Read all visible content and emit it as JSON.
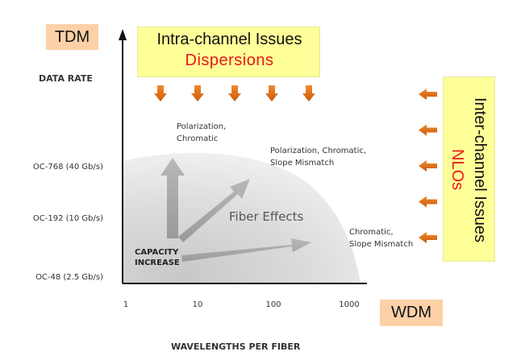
{
  "tdm_label": "TDM",
  "wdm_label": "WDM",
  "y_axis_title": "DATA RATE",
  "x_axis_title": "WAVELENGTHS PER FIBER",
  "y_ticks": [
    "OC-768 (40 Gb/s)",
    "OC-192 (10 Gb/s)",
    "OC-48 (2.5 Gb/s)"
  ],
  "x_ticks": [
    "1",
    "10",
    "100",
    "1000"
  ],
  "intra_channel": {
    "title": "Intra-channel Issues",
    "subtitle": "Dispersions"
  },
  "inter_channel": {
    "title": "Inter-channel Issues",
    "subtitle": "NLOs"
  },
  "annotations": {
    "polarization_chromatic": [
      "Polarization,",
      "Chromatic"
    ],
    "pol_chrom_slope": [
      "Polarization, Chromatic,",
      "Slope Mismatch"
    ],
    "chromatic_slope": [
      "Chromatic,",
      "Slope Mismatch"
    ]
  },
  "fiber_effects_label": "Fiber Effects",
  "capacity_increase": [
    "CAPACITY",
    "INCREASE"
  ],
  "colors": {
    "orange_box": "#fcd1a8",
    "yellow_box": "#ffff99",
    "red_text": "#e8171b",
    "arrow_orange": "#e06a10",
    "dome_gray": "#d9d9d9",
    "arrow_gray": "#a8a8a8"
  },
  "down_arrow_count": 5,
  "left_arrow_count": 5
}
